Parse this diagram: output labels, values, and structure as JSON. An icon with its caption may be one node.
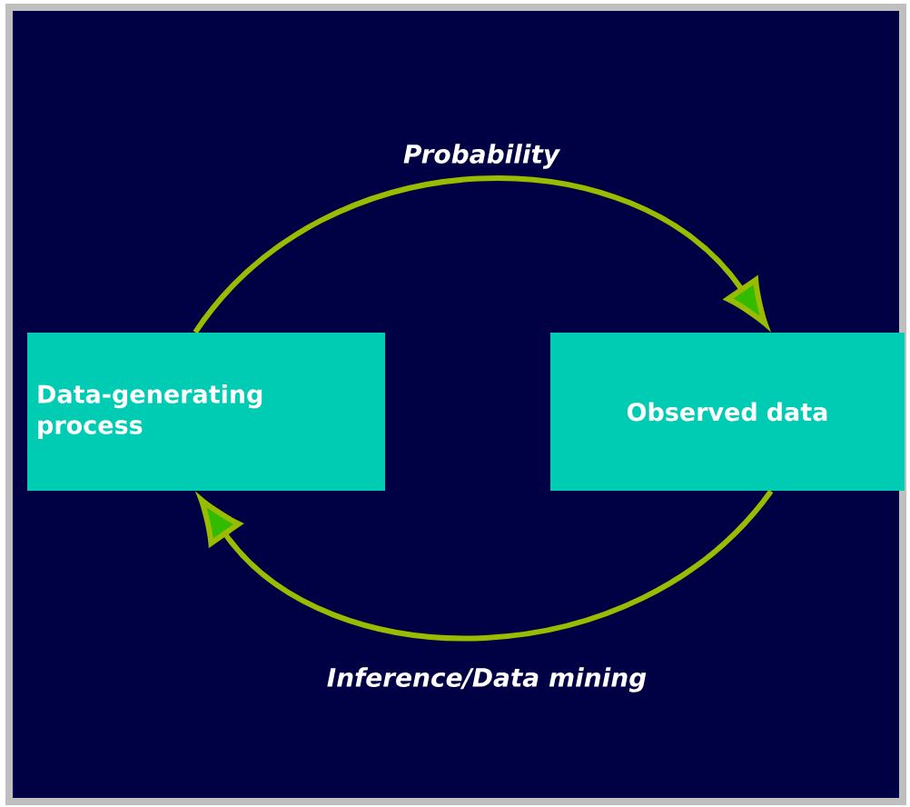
{
  "diagram": {
    "nodes": [
      {
        "text": [
          "Data-generating process"
        ]
      },
      {
        "text": [
          "Observed data"
        ]
      }
    ],
    "edges": [
      {
        "from": 0,
        "to": 1,
        "arrow": "to",
        "label": "Probability"
      },
      {
        "from": 1,
        "to": 0,
        "arrow": "to",
        "label": "Inference/Data mining"
      }
    ]
  }
}
